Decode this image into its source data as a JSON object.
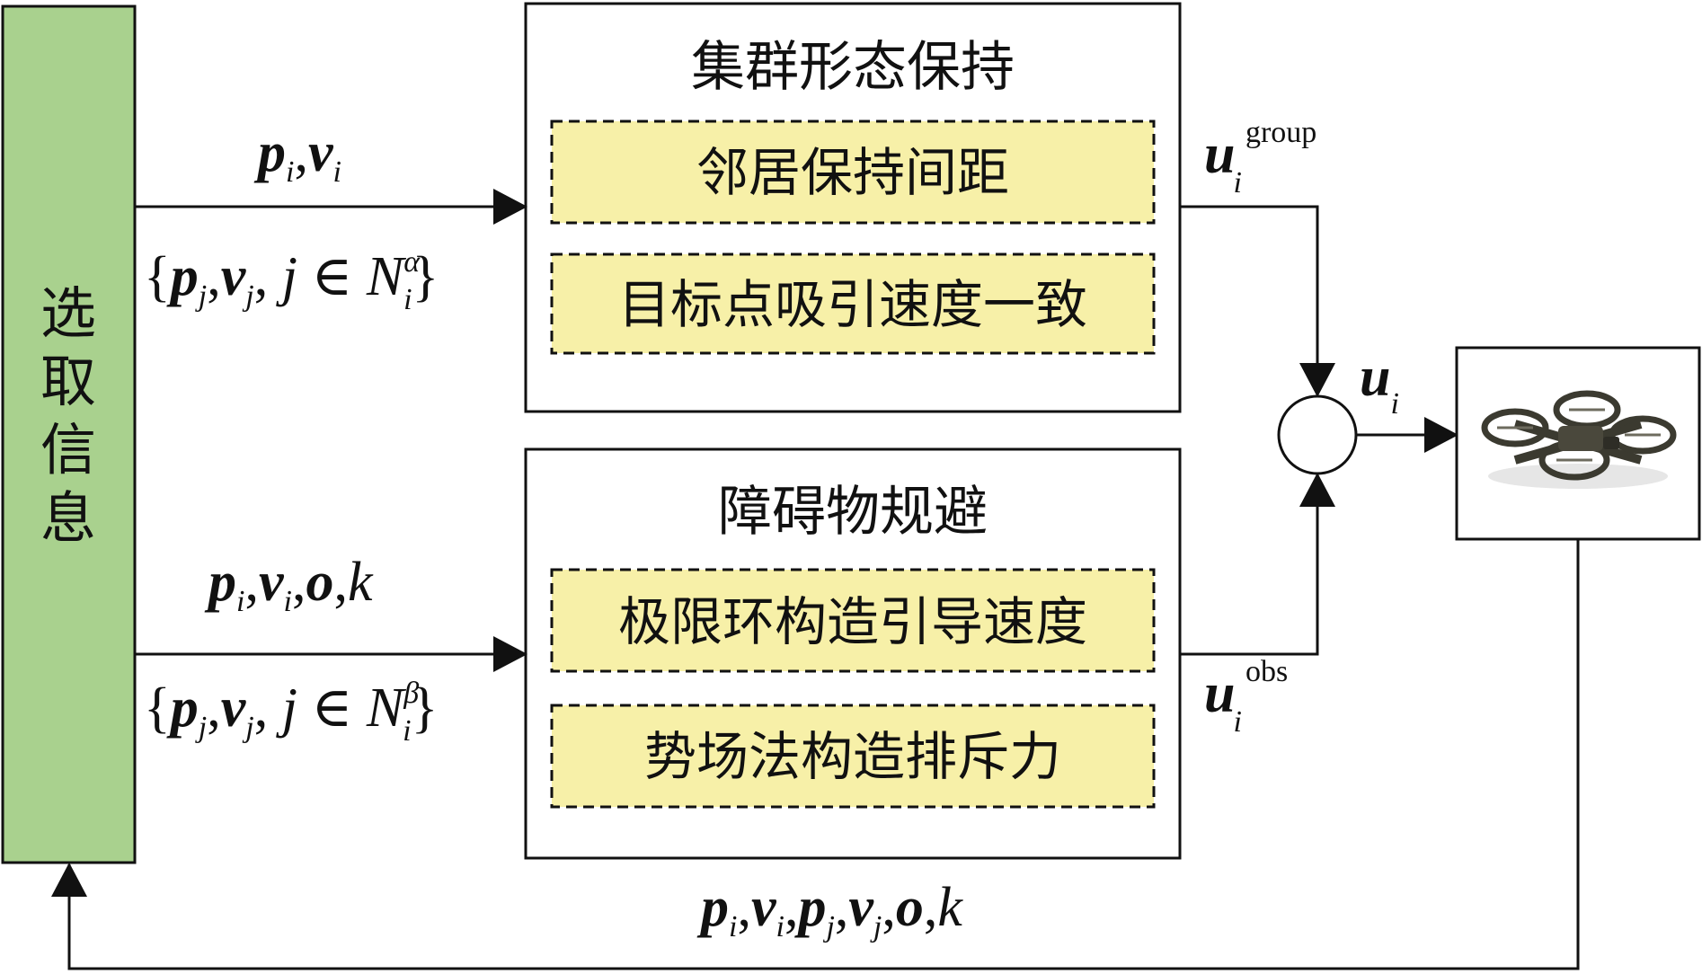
{
  "colors": {
    "info_fill": "#a9d18e",
    "sub_fill": "#f7f0a8",
    "line": "#111111"
  },
  "info_block": {
    "label": "选取信息"
  },
  "group_block": {
    "title": "集群形态保持",
    "items": [
      "邻居保持间距",
      "目标点吸引速度一致"
    ]
  },
  "obstacle_block": {
    "title": "障碍物规避",
    "items": [
      "极限环构造引导速度",
      "势场法构造排斥力"
    ]
  },
  "signals": {
    "top_main": "p_i, v_i",
    "top_set": "{p_j, v_j, j ∈ N_i^α}",
    "bottom_main": "p_i, v_i, o, k",
    "bottom_set": "{p_j, v_j, j ∈ N_i^β}",
    "u_group": "u_i^group",
    "u_obs": "u_i^obs",
    "u_out": "u_i",
    "feedback": "p_i, v_i, p_j, v_j, o, k"
  },
  "icons": {
    "vehicle": "quadrotor-drone-icon"
  }
}
